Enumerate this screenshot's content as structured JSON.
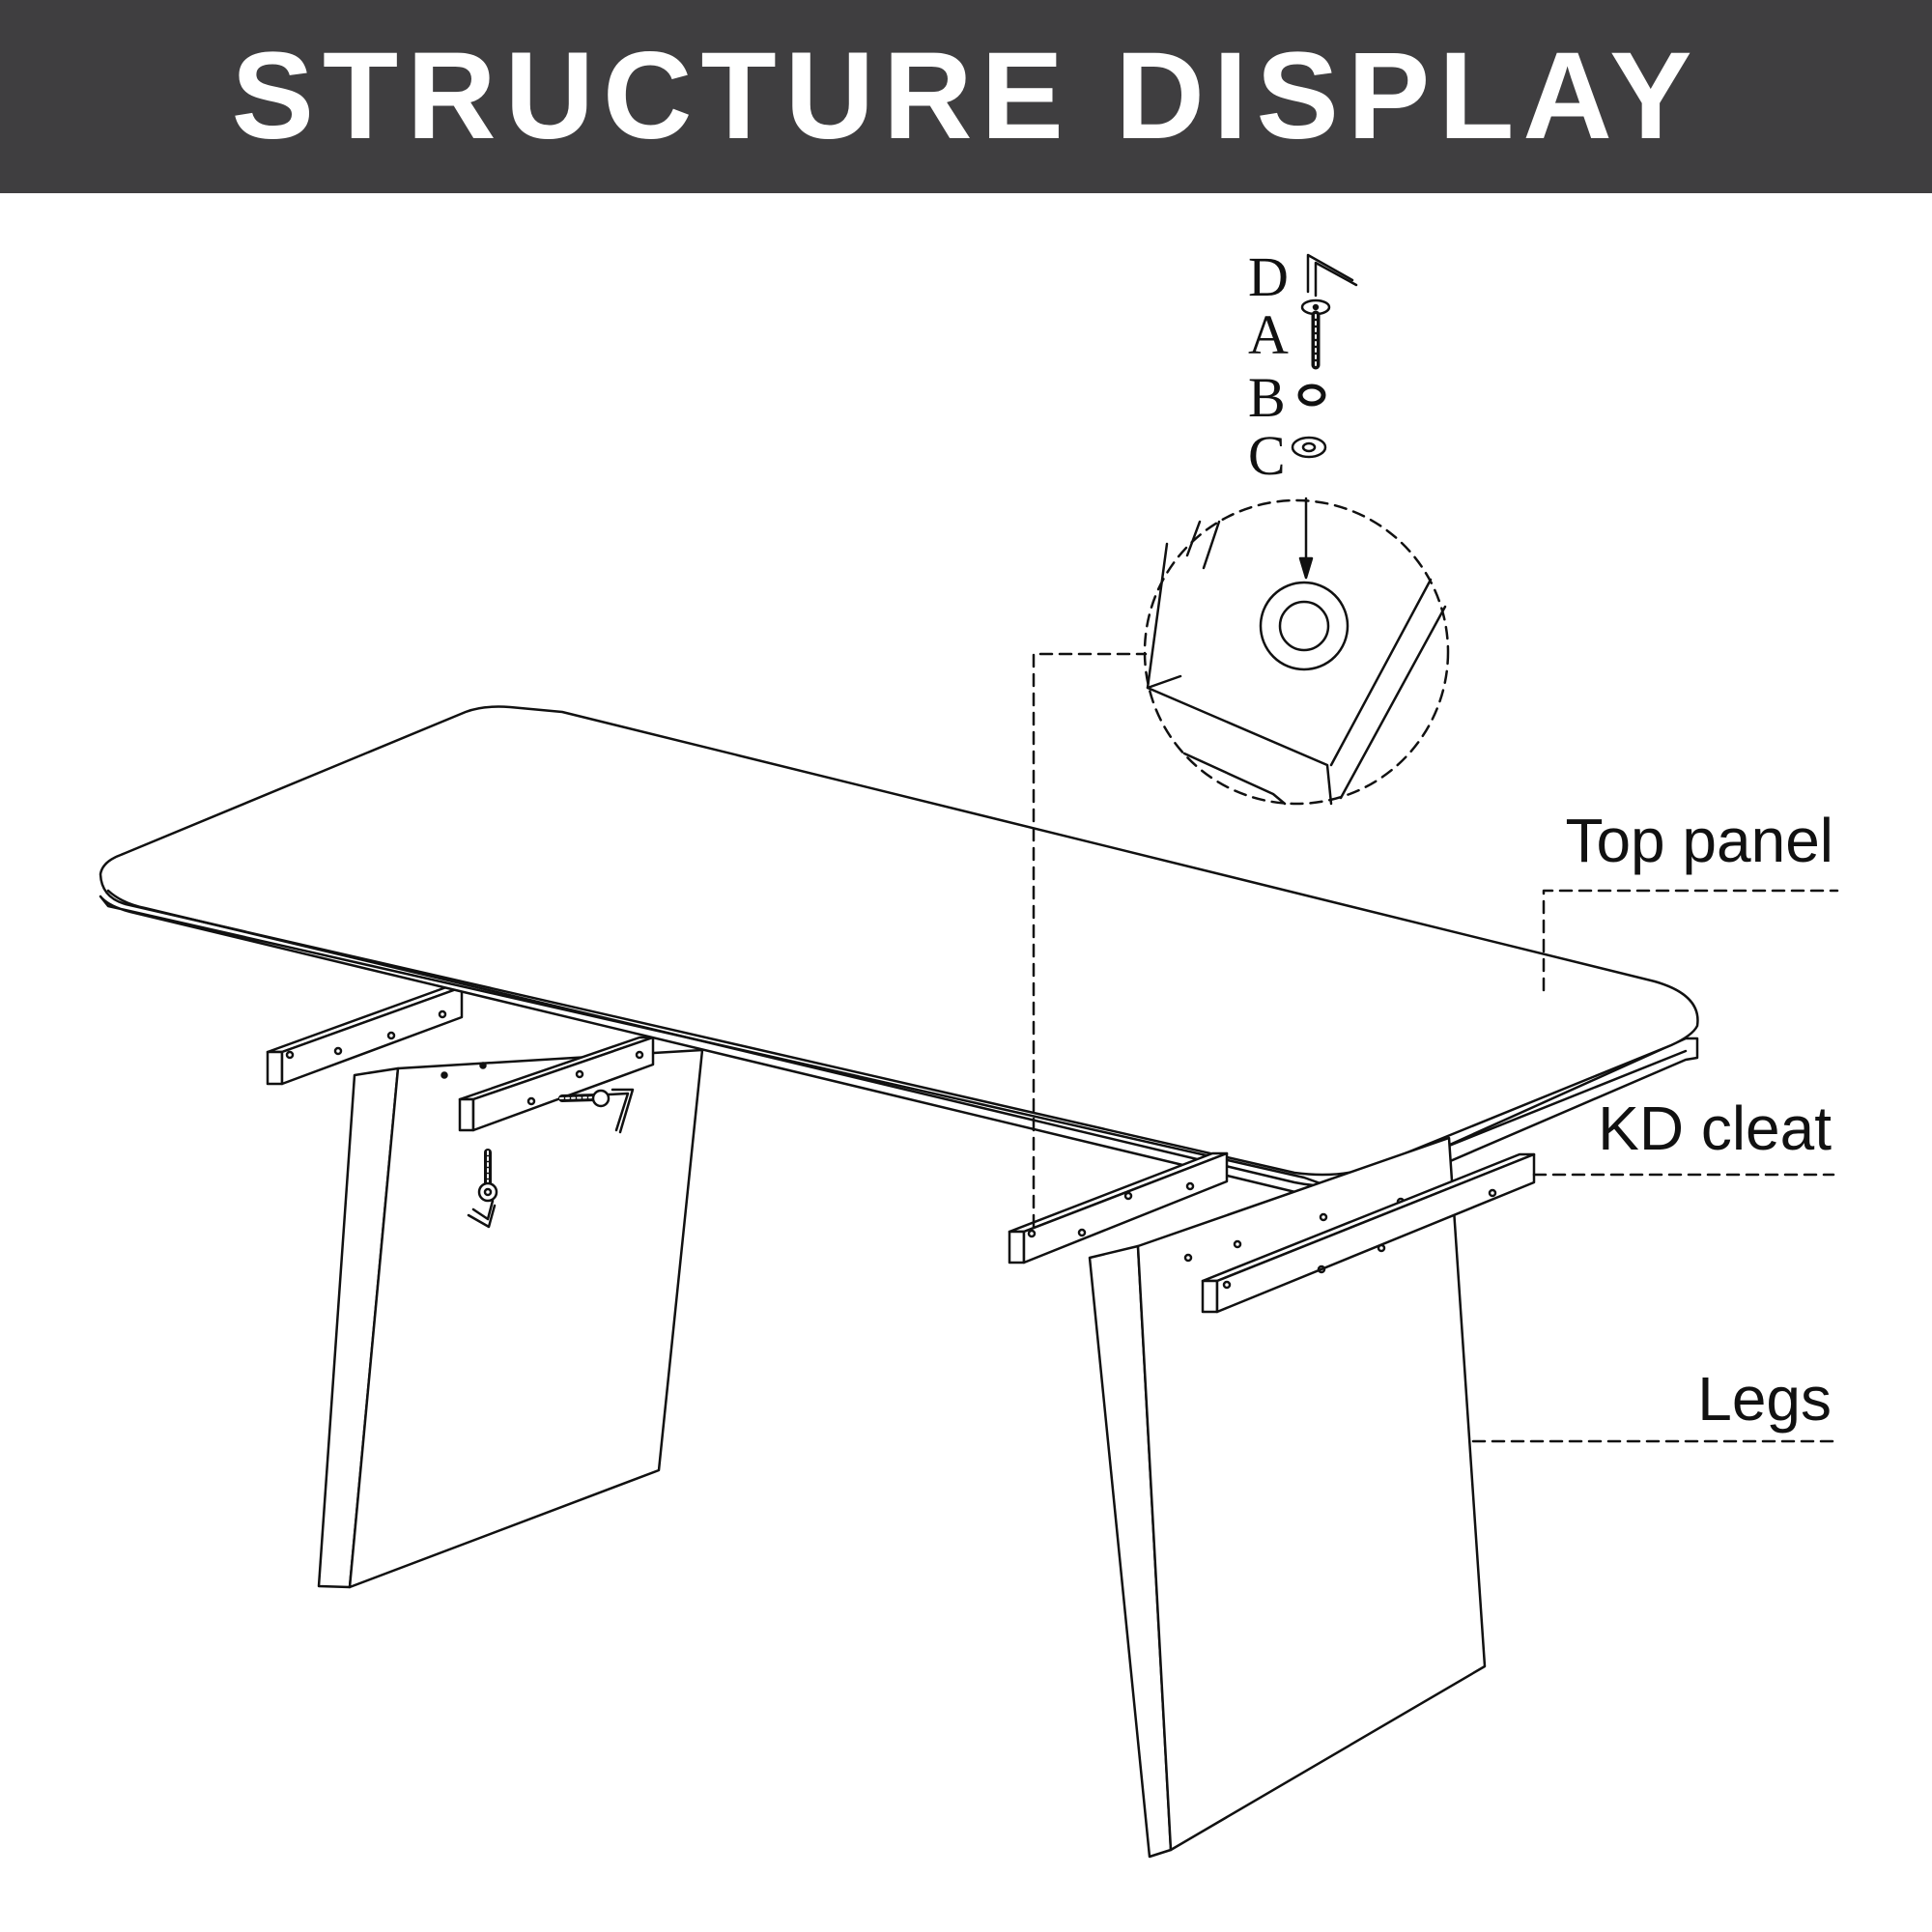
{
  "header": {
    "title": "STRUCTURE DISPLAY"
  },
  "callouts": {
    "top_panel": "Top panel",
    "kd_cleat": "KD cleat",
    "legs": "Legs"
  },
  "hardware_parts": [
    {
      "letter": "D",
      "icon": "allen-key-icon"
    },
    {
      "letter": "A",
      "icon": "bolt-icon"
    },
    {
      "letter": "B",
      "icon": "spring-washer-icon"
    },
    {
      "letter": "C",
      "icon": "flat-washer-icon"
    }
  ],
  "colors": {
    "header_bg": "#3f3e40",
    "header_text": "#ffffff",
    "line": "#111111"
  }
}
